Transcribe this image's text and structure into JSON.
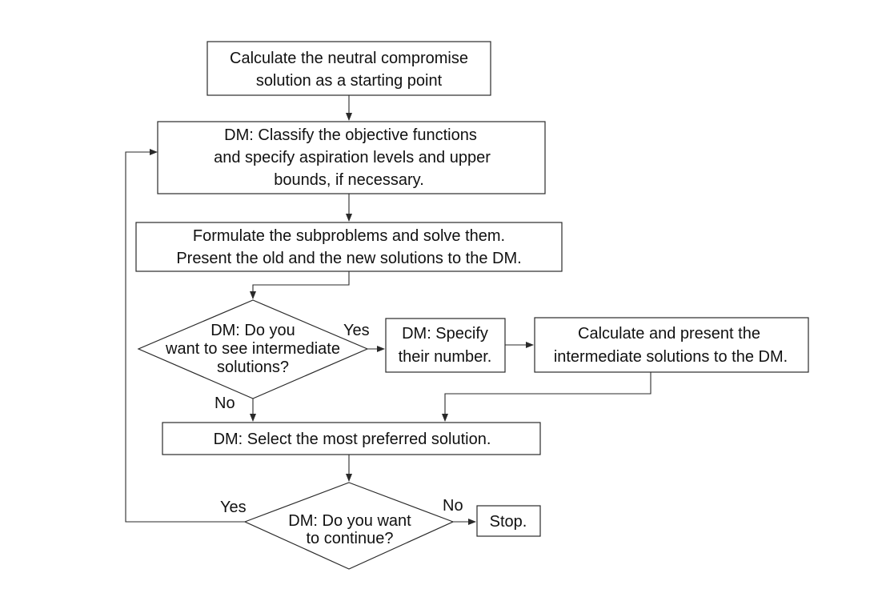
{
  "flowchart": {
    "start": [
      "Calculate the neutral compromise",
      "solution as a starting point"
    ],
    "classify": [
      "DM: Classify the objective functions",
      "and specify aspiration levels and upper",
      "bounds, if necessary."
    ],
    "formulate": [
      "Formulate the subproblems and solve them.",
      "Present the old and the new solutions to the DM."
    ],
    "decision_intermediate": [
      "DM: Do you",
      "want to see intermediate",
      "solutions?"
    ],
    "specify": [
      "DM: Specify",
      "their number."
    ],
    "calc_intermediate": [
      "Calculate and present the",
      "intermediate solutions to the DM."
    ],
    "select": [
      "DM: Select the most preferred solution."
    ],
    "decision_continue": [
      "DM: Do you want",
      "to continue?"
    ],
    "stop": [
      "Stop."
    ],
    "labels": {
      "intermediate_yes": "Yes",
      "intermediate_no": "No",
      "continue_yes": "Yes",
      "continue_no": "No"
    }
  }
}
